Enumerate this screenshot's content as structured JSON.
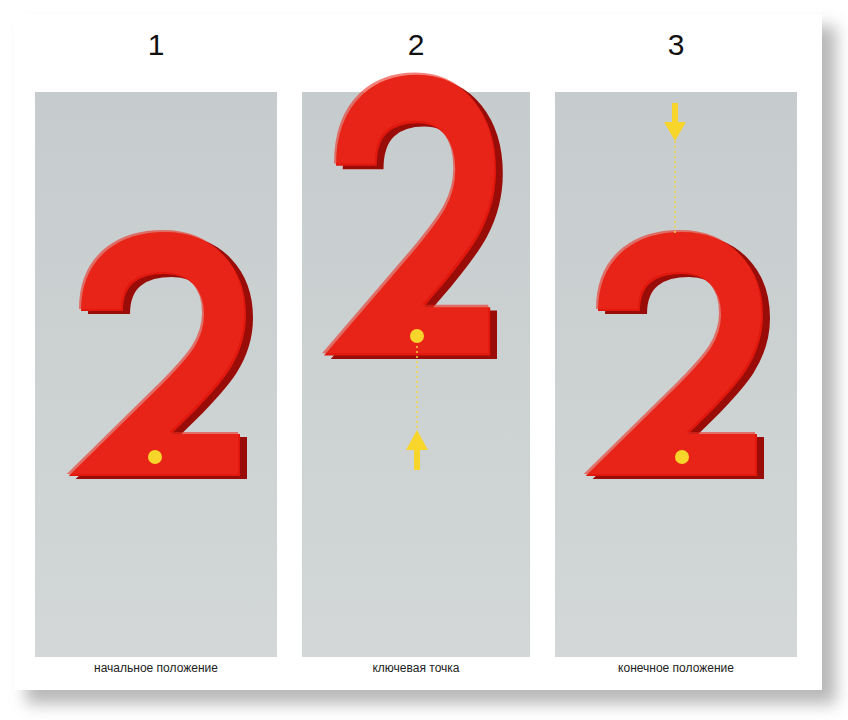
{
  "diagram": {
    "nodes": [
      {
        "text": [
          "1",
          "начальное положение"
        ]
      },
      {
        "text": [
          "2",
          "ключевая точка"
        ]
      },
      {
        "text": [
          "3",
          "конечное положение"
        ]
      }
    ]
  }
}
